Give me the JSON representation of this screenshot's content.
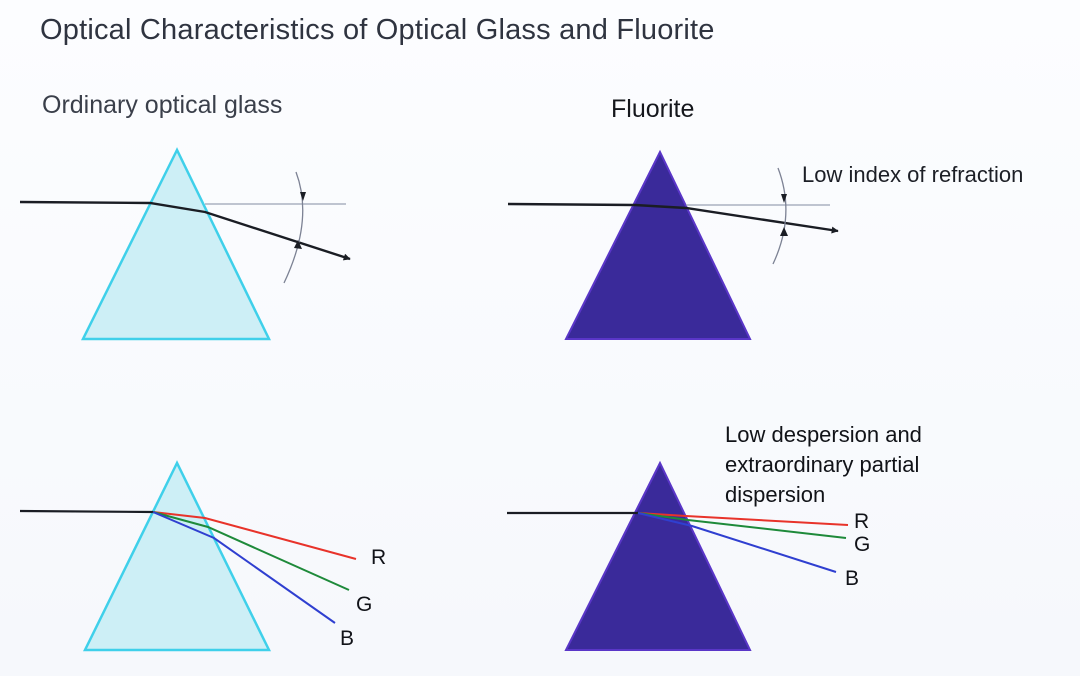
{
  "title": "Optical Characteristics of Optical Glass and Fluorite",
  "panels": {
    "glass_label": "Ordinary optical glass",
    "fluorite_label": "Fluorite",
    "refraction_note": "Low index of refraction",
    "dispersion_note": [
      "Low despersion and",
      "extraordinary partial",
      "dispersion"
    ]
  },
  "rays": {
    "glass": {
      "red": "R",
      "green": "G",
      "blue": "B"
    },
    "fluorite": {
      "red": "R",
      "green": "G",
      "blue": "B"
    }
  },
  "colors": {
    "glass_fill": "#cdeff6",
    "glass_edge": "#3fd0ea",
    "fluorite_fill": "#3a2a9a",
    "fluorite_edge": "#5a36c8",
    "ray": "#1a1d24",
    "red": "#e8332a",
    "green": "#1e8a3a",
    "blue": "#2f3fd0"
  }
}
